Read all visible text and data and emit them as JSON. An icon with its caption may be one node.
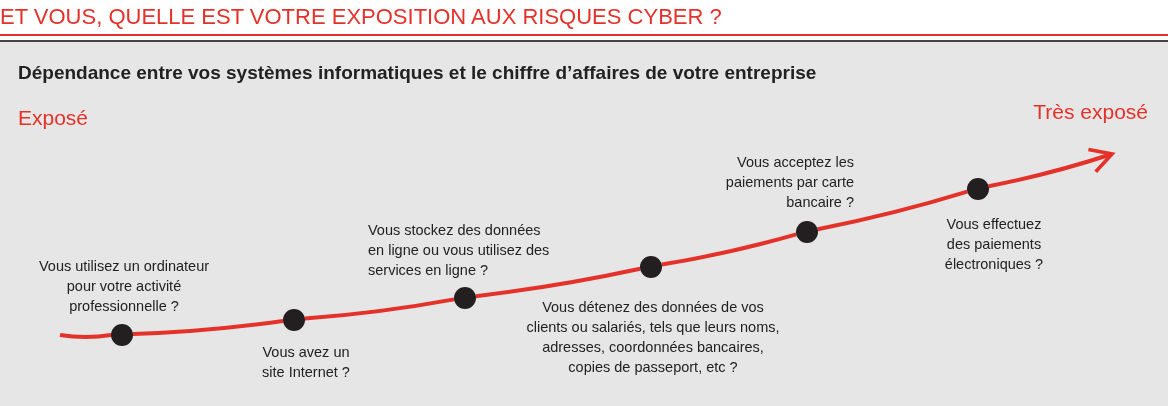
{
  "diagram": {
    "title": "ET VOUS, QUELLE EST VOTRE EXPOSITION AUX RISQUES CYBER ?",
    "nodes": [
      {
        "text": [],
        "shape": "circle",
        "beside": [
          "Vous utilisez un ordinateur pour votre activité professionnelle ?"
        ]
      },
      {
        "text": [],
        "shape": "circle",
        "beside": [
          "Vous avez un site Internet ?"
        ]
      },
      {
        "text": [],
        "shape": "circle",
        "beside": [
          "Vous stockez des données en ligne ou vous utilisez des services en ligne ?"
        ]
      },
      {
        "text": [],
        "shape": "circle",
        "beside": [
          "Vous détenez des données de vos clients ou salariés, tels que leurs noms, adresses, coordonnées bancaires, copies de passeport, etc ?"
        ]
      },
      {
        "text": [],
        "shape": "circle",
        "beside": [
          "Vous acceptez les paiements par carte bancaire ?"
        ]
      },
      {
        "text": [],
        "shape": "circle",
        "beside": [
          "Vous effectuez des paiements électroniques ?"
        ]
      }
    ],
    "edges": [
      {
        "from": null,
        "to": 0,
        "arrow": "none"
      },
      {
        "from": 0,
        "to": 1,
        "arrow": "none"
      },
      {
        "from": 1,
        "to": 2,
        "arrow": "none"
      },
      {
        "from": 2,
        "to": 3,
        "arrow": "none"
      },
      {
        "from": 3,
        "to": 4,
        "arrow": "none"
      },
      {
        "from": 4,
        "to": 5,
        "arrow": "none"
      },
      {
        "from": 5,
        "to": null,
        "arrow": "to"
      }
    ],
    "labels": [
      "Dépendance entre vos systèmes informatiques et le chiffre d’affaires de votre entreprise",
      "Exposé",
      "Très exposé"
    ]
  }
}
